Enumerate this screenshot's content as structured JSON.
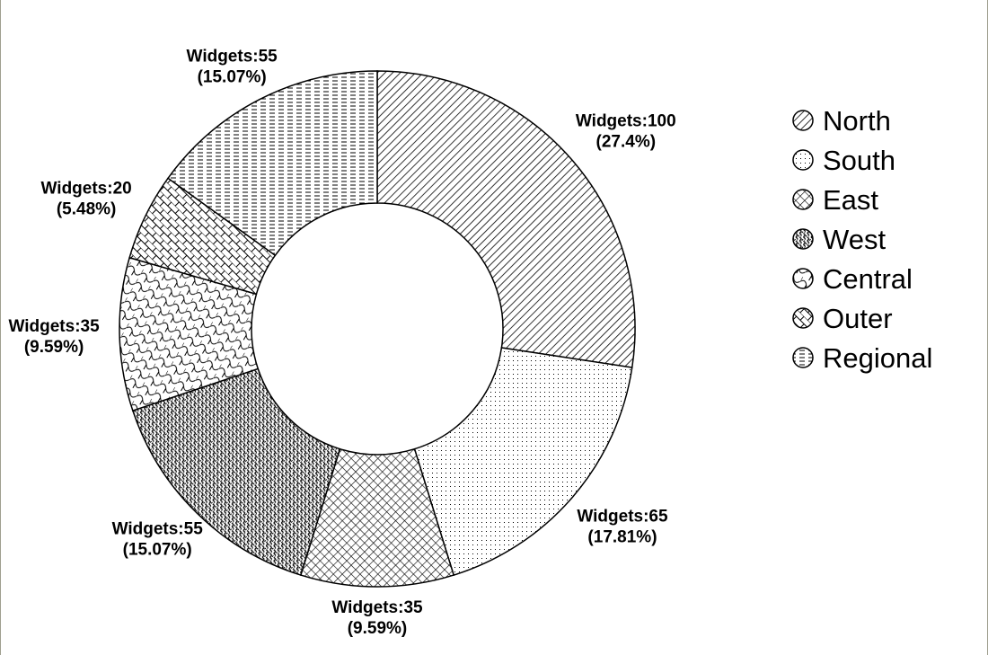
{
  "chart_data": {
    "type": "pie",
    "variant": "donut",
    "categories": [
      "North",
      "South",
      "East",
      "West",
      "Central",
      "Outer",
      "Regional"
    ],
    "values": [
      100,
      65,
      35,
      55,
      35,
      20,
      55
    ],
    "data_labels": [
      [
        "Widgets:100",
        "(27.4%)"
      ],
      [
        "Widgets:65",
        "(17.81%)"
      ],
      [
        "Widgets:35",
        "(9.59%)"
      ],
      [
        "Widgets:55",
        "(15.07%)"
      ],
      [
        "Widgets:35",
        "(9.59%)"
      ],
      [
        "Widgets:20",
        "(5.48%)"
      ],
      [
        "Widgets:55",
        "(15.07%)"
      ]
    ],
    "patterns": [
      "diagonal",
      "dots",
      "crosshatch",
      "weave",
      "shingle",
      "trellis",
      "dashes"
    ],
    "legend_position": "right",
    "title": ""
  }
}
